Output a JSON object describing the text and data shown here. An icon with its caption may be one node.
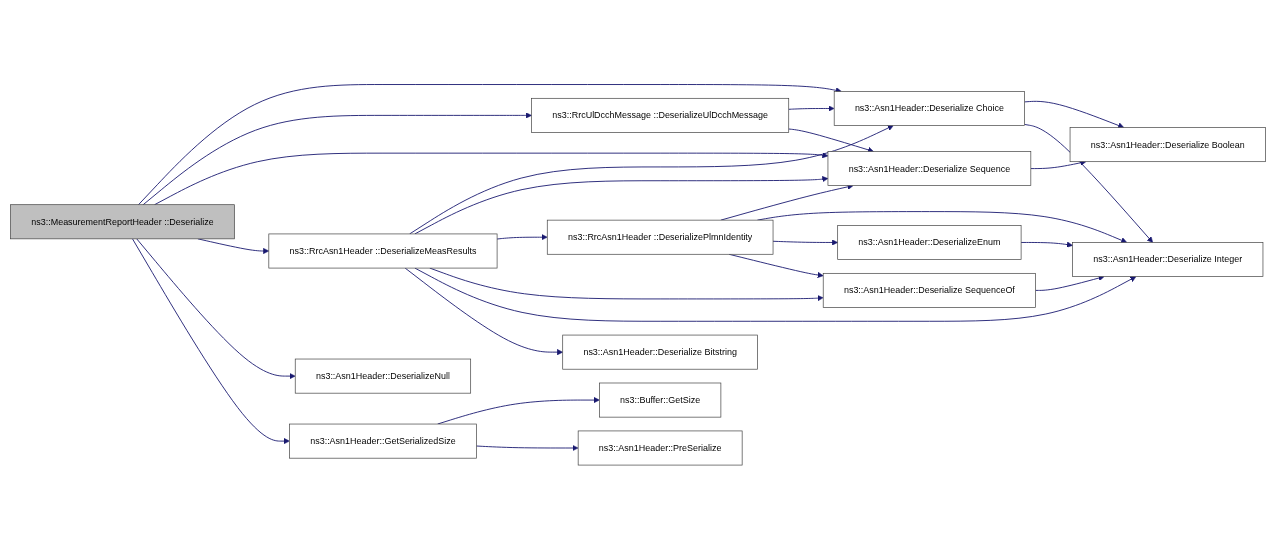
{
  "diagram": {
    "nodes": [
      {
        "text": [
          "ns3::MeasurementReportHeader ::Deserialize"
        ]
      },
      {
        "text": [
          "ns3::Asn1Header::Deserialize Choice"
        ]
      },
      {
        "text": [
          "ns3::RrcUlDcchMessage ::DeserializeUlDcchMessage"
        ]
      },
      {
        "text": [
          "ns3::RrcAsn1Header ::DeserializeMeasResults"
        ]
      },
      {
        "text": [
          "ns3::Asn1Header::DeserializeNull"
        ]
      },
      {
        "text": [
          "ns3::Asn1Header::GetSerializedSize"
        ]
      },
      {
        "text": [
          "ns3::Asn1Header::Deserialize Boolean"
        ]
      },
      {
        "text": [
          "ns3::Asn1Header::Deserialize Sequence"
        ]
      },
      {
        "text": [
          "ns3::RrcAsn1Header ::DeserializePlmnIdentity"
        ]
      },
      {
        "text": [
          "ns3::Asn1Header::Deserialize Bitstring"
        ]
      },
      {
        "text": [
          "ns3::Buffer::GetSize"
        ]
      },
      {
        "text": [
          "ns3::Asn1Header::PreSerialize"
        ]
      },
      {
        "text": [
          "ns3::Asn1Header::DeserializeEnum"
        ]
      },
      {
        "text": [
          "ns3::Asn1Header::Deserialize SequenceOf"
        ]
      },
      {
        "text": [
          "ns3::Asn1Header::Deserialize Integer"
        ]
      }
    ],
    "edges": [
      {
        "from": 0,
        "to": 1,
        "arrow": "to"
      },
      {
        "from": 0,
        "to": 2,
        "arrow": "to"
      },
      {
        "from": 0,
        "to": 7,
        "arrow": "to"
      },
      {
        "from": 0,
        "to": 3,
        "arrow": "to"
      },
      {
        "from": 0,
        "to": 4,
        "arrow": "to"
      },
      {
        "from": 0,
        "to": 5,
        "arrow": "to"
      },
      {
        "from": 1,
        "to": 6,
        "arrow": "to"
      },
      {
        "from": 1,
        "to": 14,
        "arrow": "to"
      },
      {
        "from": 2,
        "to": 1,
        "arrow": "to"
      },
      {
        "from": 2,
        "to": 7,
        "arrow": "to"
      },
      {
        "from": 3,
        "to": 1,
        "arrow": "to"
      },
      {
        "from": 3,
        "to": 7,
        "arrow": "to"
      },
      {
        "from": 3,
        "to": 8,
        "arrow": "to"
      },
      {
        "from": 3,
        "to": 13,
        "arrow": "to"
      },
      {
        "from": 3,
        "to": 14,
        "arrow": "to"
      },
      {
        "from": 3,
        "to": 9,
        "arrow": "to"
      },
      {
        "from": 7,
        "to": 6,
        "arrow": "to"
      },
      {
        "from": 8,
        "to": 7,
        "arrow": "to"
      },
      {
        "from": 8,
        "to": 14,
        "arrow": "to"
      },
      {
        "from": 8,
        "to": 12,
        "arrow": "to"
      },
      {
        "from": 8,
        "to": 13,
        "arrow": "to"
      },
      {
        "from": 12,
        "to": 14,
        "arrow": "to"
      },
      {
        "from": 13,
        "to": 14,
        "arrow": "to"
      },
      {
        "from": 5,
        "to": 10,
        "arrow": "to"
      },
      {
        "from": 5,
        "to": 11,
        "arrow": "to"
      }
    ]
  }
}
